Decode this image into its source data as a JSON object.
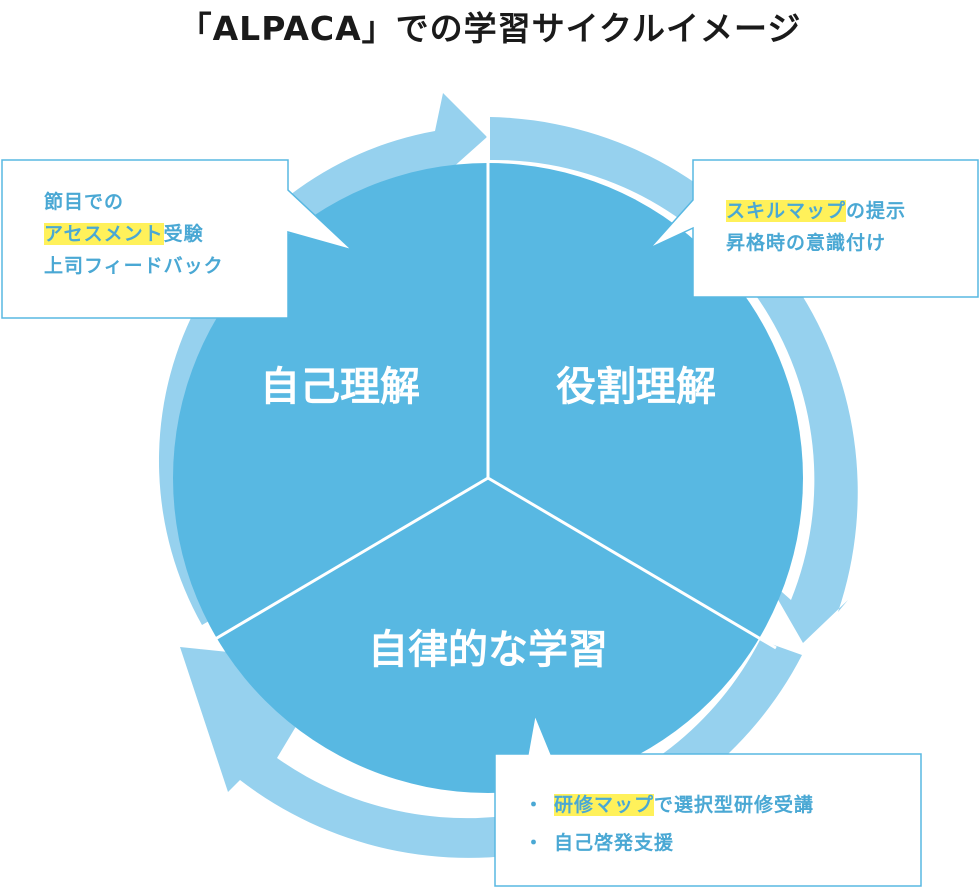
{
  "title": "「ALPACA」での学習サイクルイメージ",
  "segments": {
    "self_understanding": "自己理解",
    "role_understanding": "役割理解",
    "autonomous_learning": "自律的な学習"
  },
  "callouts": {
    "self": {
      "line1": "節目での",
      "line2_highlight": "アセスメント",
      "line2_rest": "受験",
      "line3": "上司フィードバック"
    },
    "role": {
      "line1_highlight": "スキルマップ",
      "line1_rest": "の提示",
      "line2": "昇格時の意識付け"
    },
    "learning": {
      "bullet": "・",
      "item1_highlight": "研修マップ",
      "item1_rest": "で選択型研修受講",
      "item2": "自己啓発支援"
    }
  },
  "colors": {
    "circle": "#58b8e2",
    "arrow": "#96d1ee",
    "callout_text": "#4aa8d4",
    "callout_border": "#58b8e2",
    "highlight": "#fff15a"
  }
}
